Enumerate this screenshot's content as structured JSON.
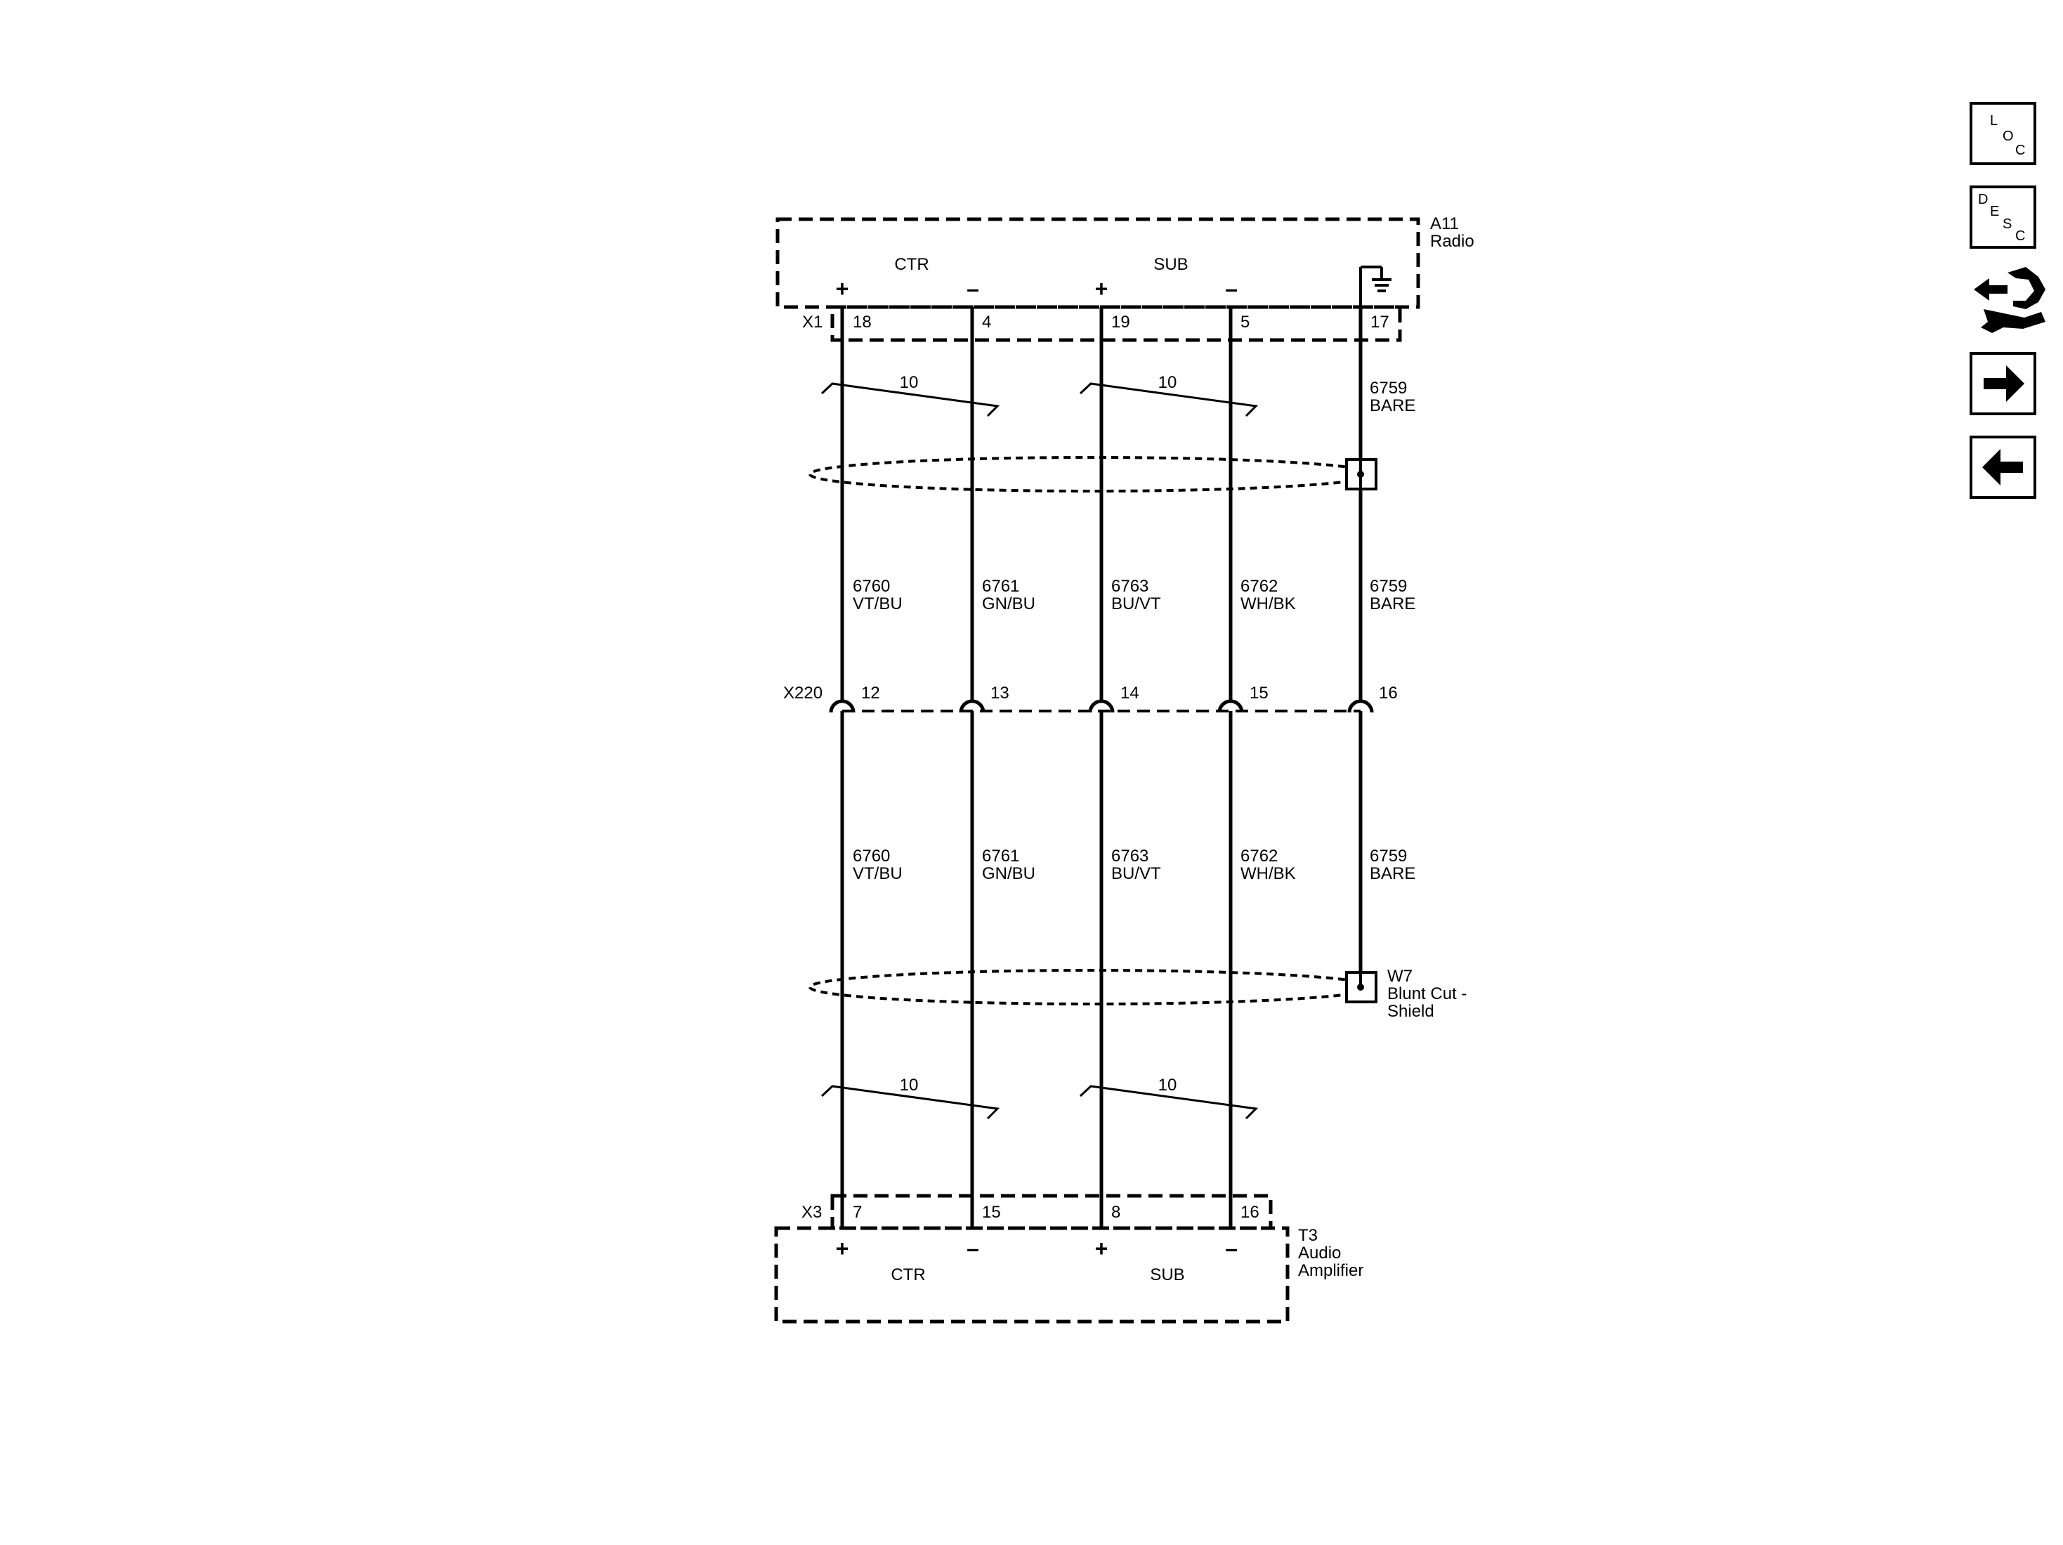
{
  "components": {
    "radio": {
      "ref": "A11",
      "name": "Radio",
      "connector": "X1",
      "left_section": "CTR",
      "right_section": "SUB",
      "pins": [
        "18",
        "4",
        "19",
        "5",
        "17"
      ]
    },
    "inline": {
      "connector": "X220",
      "pins": [
        "12",
        "13",
        "14",
        "15",
        "16"
      ]
    },
    "amplifier": {
      "ref": "T3",
      "name_line1": "Audio",
      "name_line2": "Amplifier",
      "connector": "X3",
      "left_section": "CTR",
      "right_section": "SUB",
      "pins": [
        "7",
        "15",
        "8",
        "16"
      ]
    },
    "shield": {
      "ref": "W7",
      "name_line1": "Blunt Cut -",
      "name_line2": "Shield"
    }
  },
  "polarity": {
    "plus": "+",
    "minus": "–"
  },
  "twist_label": "10",
  "wires": [
    {
      "circuit": "6760",
      "color": "VT/BU"
    },
    {
      "circuit": "6761",
      "color": "GN/BU"
    },
    {
      "circuit": "6763",
      "color": "BU/VT"
    },
    {
      "circuit": "6762",
      "color": "WH/BK"
    },
    {
      "circuit": "6759",
      "color": "BARE"
    }
  ],
  "nav": {
    "loc": [
      "L",
      "O",
      "C"
    ],
    "desc": [
      "D",
      "E",
      "S",
      "C"
    ]
  },
  "colors": {
    "line": "#000000",
    "background": "#ffffff"
  }
}
